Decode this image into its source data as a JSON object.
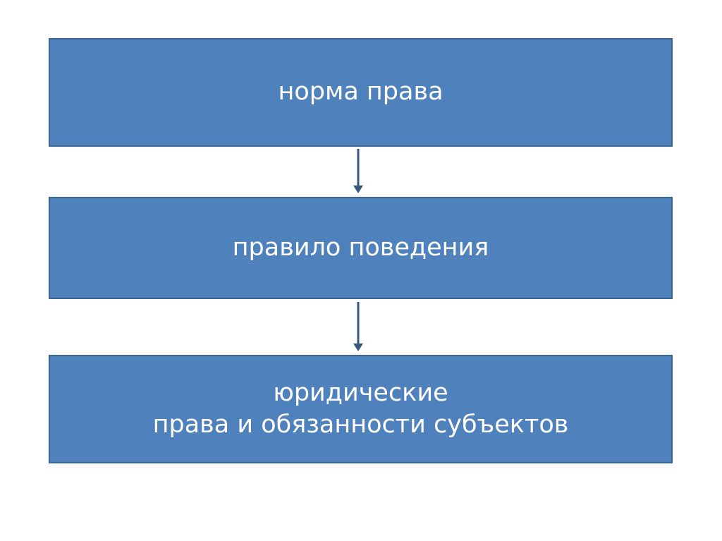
{
  "colors": {
    "box_fill": "#4f81bd",
    "box_border": "#3a6494",
    "box_text": "#ffffff",
    "arrow": "#35587f"
  },
  "diagram": {
    "boxes": [
      {
        "label": "норма права"
      },
      {
        "label": "правило поведения"
      },
      {
        "label": "юридические\nправа и  обязанности субъектов"
      }
    ],
    "arrows": [
      {
        "from": "норма права",
        "to": "правило поведения",
        "direction": "down"
      },
      {
        "from": "правило поведения",
        "to": "юридические права и обязанности субъектов",
        "direction": "down"
      }
    ]
  }
}
